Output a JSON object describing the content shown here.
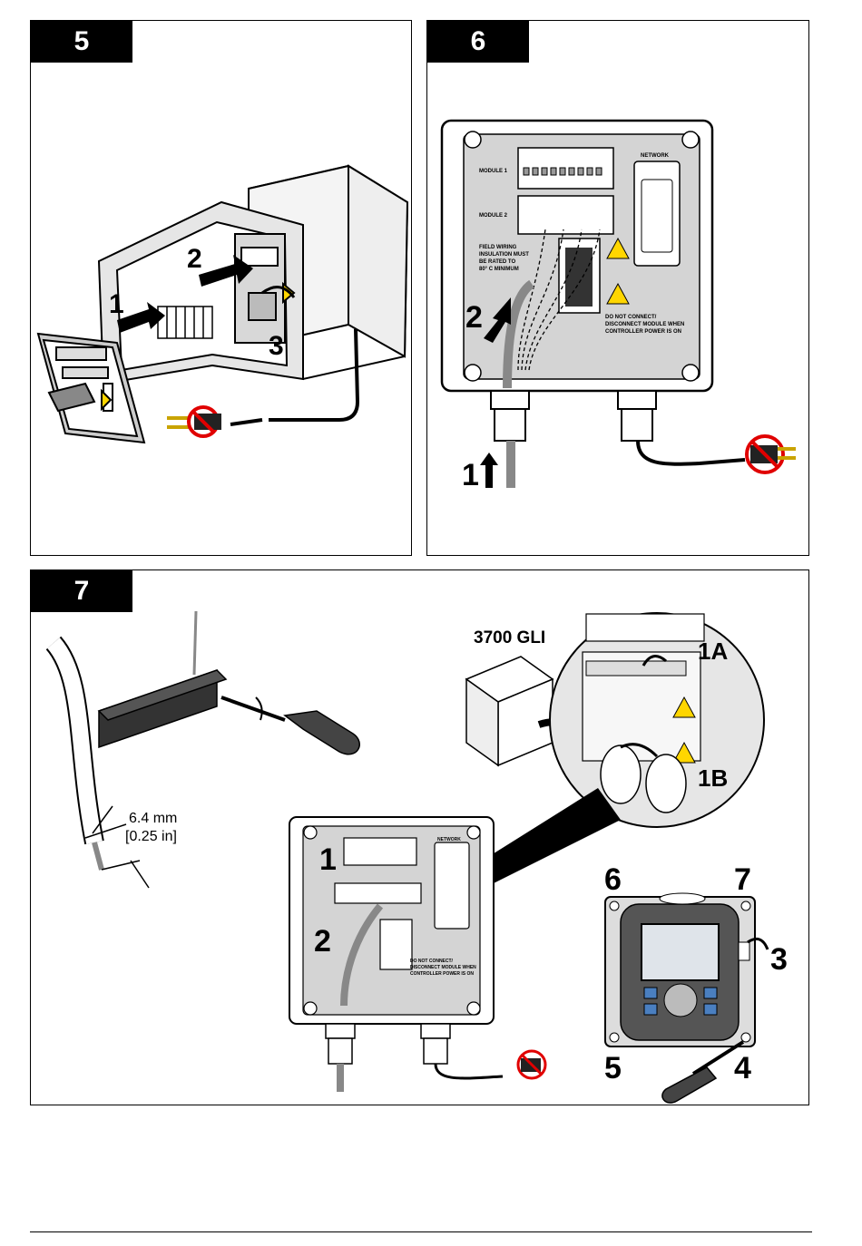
{
  "step5": {
    "number": "5",
    "callouts": [
      "1",
      "2",
      "3"
    ]
  },
  "step6": {
    "number": "6",
    "callouts": [
      "1",
      "2"
    ],
    "labels": {
      "module1": "MODULE 1",
      "module2": "MODULE 2",
      "network": "NETWORK",
      "field_wiring": [
        "FIELD WIRING",
        "INSULATION MUST",
        "BE RATED TO",
        "80° C MINIMUM"
      ],
      "warning": [
        "DO NOT CONNECT/",
        "DISCONNECT MODULE WHEN",
        "CONTROLLER POWER IS ON"
      ]
    }
  },
  "step7": {
    "number": "7",
    "sensor_label": "3700 GLI",
    "strip_length": [
      "6.4 mm",
      "[0.25 in]"
    ],
    "detail_callouts": [
      "1A",
      "1B"
    ],
    "enclosure_callouts": [
      "1",
      "2"
    ],
    "controller_callouts": [
      "6",
      "7",
      "3",
      "5",
      "4"
    ],
    "labels": {
      "network": "NETWORK",
      "warning": [
        "DO NOT CONNECT/",
        "DISCONNECT MODULE WHEN",
        "CONTROLLER POWER IS ON"
      ]
    }
  }
}
